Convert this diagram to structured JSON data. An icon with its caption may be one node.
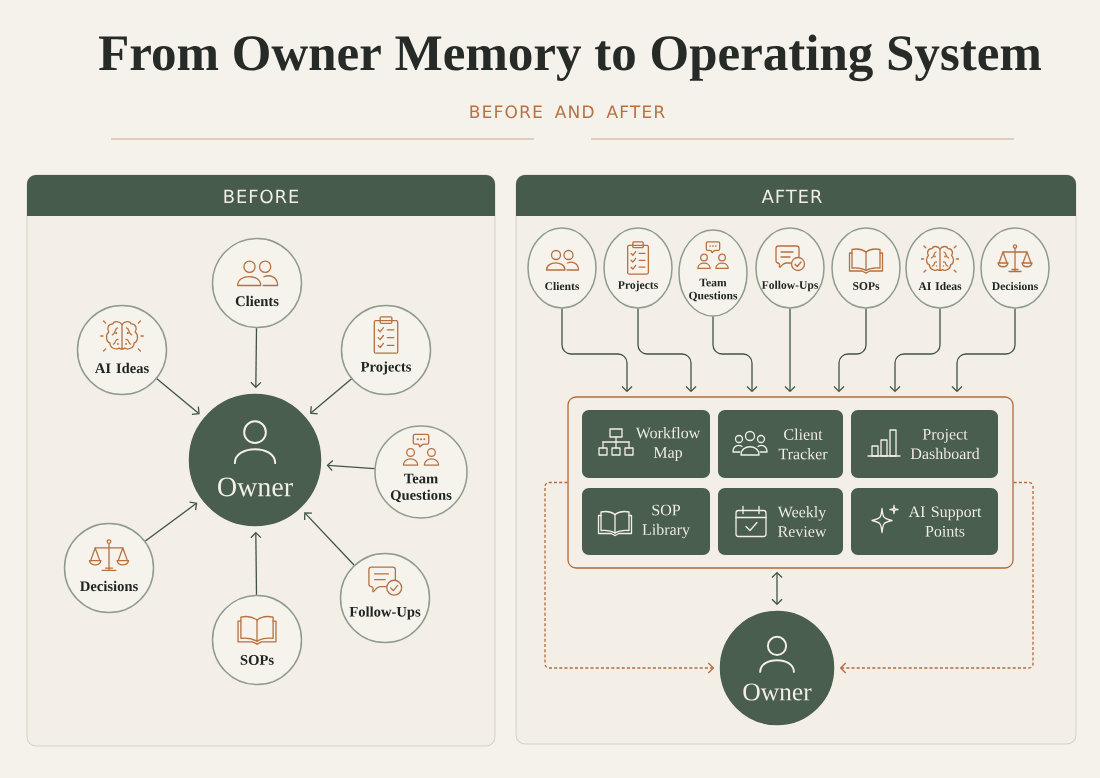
{
  "diagram": {
    "title": "From Owner Memory to Operating System",
    "nodes": [
      {
        "text": [
          "BEFORE"
        ]
      },
      {
        "text": [
          "Clients"
        ],
        "in": 0
      },
      {
        "text": [
          "AI Ideas"
        ],
        "in": 0
      },
      {
        "text": [
          "Projects"
        ],
        "in": 0
      },
      {
        "text": [
          "Owner"
        ],
        "in": 0
      },
      {
        "text": [
          "Team Questions"
        ],
        "in": 0
      },
      {
        "text": [
          "Decisions"
        ],
        "in": 0
      },
      {
        "text": [
          "Follow-Ups"
        ],
        "in": 0
      },
      {
        "text": [
          "SOPs"
        ],
        "in": 0
      },
      {
        "text": [
          "AFTER"
        ]
      },
      {
        "text": [
          "Clients"
        ],
        "in": 9
      },
      {
        "text": [
          "Projects"
        ],
        "in": 9
      },
      {
        "text": [
          "Team Questions"
        ],
        "in": 9
      },
      {
        "text": [
          "Follow-Ups"
        ],
        "in": 9
      },
      {
        "text": [
          "SOPs"
        ],
        "in": 9
      },
      {
        "text": [
          "AI Ideas"
        ],
        "in": 9
      },
      {
        "text": [
          "Decisions"
        ],
        "in": 9
      },
      {
        "text": [],
        "shape": "box",
        "in": 9
      },
      {
        "text": [
          "Workflow Map"
        ],
        "in": 17
      },
      {
        "text": [
          "Client Tracker"
        ],
        "in": 17
      },
      {
        "text": [
          "Project Dashboard"
        ],
        "in": 17
      },
      {
        "text": [
          "SOP Library"
        ],
        "in": 17
      },
      {
        "text": [
          "Weekly Review"
        ],
        "in": 17
      },
      {
        "text": [
          "AI Support Points"
        ],
        "in": 17
      },
      {
        "text": [
          "Owner"
        ],
        "in": 9
      }
    ],
    "edges": [
      {
        "from": 1,
        "to": 4,
        "arrow": "to"
      },
      {
        "from": 2,
        "to": 4,
        "arrow": "to"
      },
      {
        "from": 3,
        "to": 4,
        "arrow": "to"
      },
      {
        "from": 5,
        "to": 4,
        "arrow": "to"
      },
      {
        "from": 6,
        "to": 4,
        "arrow": "to"
      },
      {
        "from": 7,
        "to": 4,
        "arrow": "to"
      },
      {
        "from": 8,
        "to": 4,
        "arrow": "to"
      },
      {
        "from": 10,
        "to": 17,
        "arrow": "to"
      },
      {
        "from": 11,
        "to": 17,
        "arrow": "to"
      },
      {
        "from": 12,
        "to": 17,
        "arrow": "to"
      },
      {
        "from": 13,
        "to": 17,
        "arrow": "to"
      },
      {
        "from": 14,
        "to": 17,
        "arrow": "to"
      },
      {
        "from": 15,
        "to": 17,
        "arrow": "to"
      },
      {
        "from": 16,
        "to": 17,
        "arrow": "to"
      },
      {
        "from": 17,
        "to": 24,
        "arrow": "both"
      },
      {
        "from": 17,
        "to": 24,
        "arrow": "to",
        "style": "dashed",
        "color": "#b5693b"
      },
      {
        "from": 17,
        "to": 24,
        "arrow": "to",
        "style": "dashed",
        "color": "#b5693b"
      }
    ],
    "labels": [
      "BEFORE AND AFTER"
    ]
  }
}
